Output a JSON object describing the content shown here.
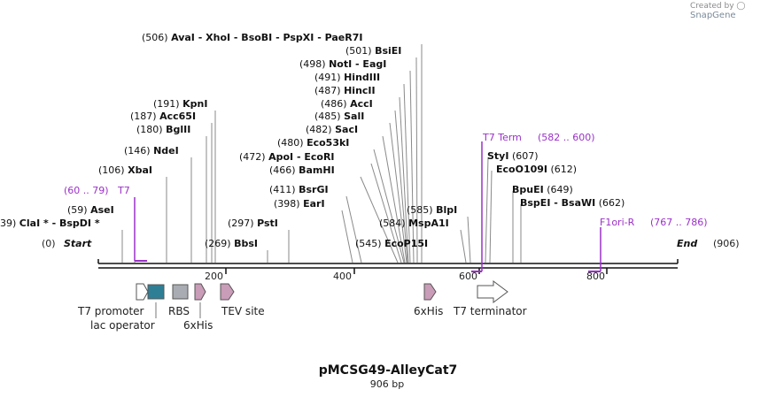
{
  "credit": {
    "prefix": "Created by",
    "brand": "SnapGene"
  },
  "plasmid": {
    "name": "pMCSG49-AlleyCat7",
    "size_label": "906 bp",
    "length": 906
  },
  "ends": {
    "start_label": "Start",
    "start_pos": "(0)",
    "end_label": "End",
    "end_pos": "(906)"
  },
  "ruler": {
    "ticks": [
      "200",
      "400",
      "600",
      "800"
    ]
  },
  "sites": [
    {
      "id": "avai",
      "pos": "(506)",
      "name": "AvaI  -  XhoI   -  BsoBI   -  PspXI   -  PaeR7I",
      "side": "right"
    },
    {
      "id": "bsiei",
      "pos": "(501)",
      "name": "BsiEI",
      "side": "right"
    },
    {
      "id": "noti",
      "pos": "(498)",
      "name": "NotI  -  EagI",
      "side": "right"
    },
    {
      "id": "hindiii",
      "pos": "(491)",
      "name": "HindIII",
      "side": "right"
    },
    {
      "id": "hincii",
      "pos": "(487)",
      "name": "HincII",
      "side": "right"
    },
    {
      "id": "acci",
      "pos": "(486)",
      "name": "AccI",
      "side": "right"
    },
    {
      "id": "sali",
      "pos": "(485)",
      "name": "SalI",
      "side": "right"
    },
    {
      "id": "saci",
      "pos": "(482)",
      "name": "SacI",
      "side": "right"
    },
    {
      "id": "eco53ki",
      "pos": "(480)",
      "name": "Eco53kI",
      "side": "right"
    },
    {
      "id": "apoi",
      "pos": "(472)",
      "name": "ApoI  -  EcoRI",
      "side": "right"
    },
    {
      "id": "bamhi",
      "pos": "(466)",
      "name": "BamHI",
      "side": "right"
    },
    {
      "id": "bsrgi",
      "pos": "(411)",
      "name": "BsrGI",
      "side": "right"
    },
    {
      "id": "eari",
      "pos": "(398)",
      "name": "EarI",
      "side": "right"
    },
    {
      "id": "mspa1i",
      "pos": "(584)",
      "name": "MspA1I",
      "side": "right"
    },
    {
      "id": "ecop15i",
      "pos": "(545)",
      "name": "EcoP15I",
      "side": "right"
    },
    {
      "id": "blpi",
      "pos": "(585)",
      "name": "BlpI",
      "side": "right"
    },
    {
      "id": "kpni",
      "pos": "(191)",
      "name": "KpnI",
      "side": "right"
    },
    {
      "id": "acc65i",
      "pos": "(187)",
      "name": "Acc65I",
      "side": "right"
    },
    {
      "id": "bglii",
      "pos": "(180)",
      "name": "BglII",
      "side": "right"
    },
    {
      "id": "ndei",
      "pos": "(146)",
      "name": "NdeI",
      "side": "right"
    },
    {
      "id": "xbai",
      "pos": "(106)",
      "name": "XbaI",
      "side": "right"
    },
    {
      "id": "asei",
      "pos": "(59)",
      "name": "AseI",
      "side": "right"
    },
    {
      "id": "clai",
      "pos": "39)",
      "name": "ClaI *  -  BspDI *",
      "side": "right"
    },
    {
      "id": "psti",
      "pos": "(297)",
      "name": "PstI",
      "side": "right"
    },
    {
      "id": "bbsi",
      "pos": "(269)",
      "name": "BbsI",
      "side": "right"
    },
    {
      "id": "styi",
      "pos": "(607)",
      "name": "StyI",
      "side": "left"
    },
    {
      "id": "ecoo109i",
      "pos": "(612)",
      "name": "EcoO109I",
      "side": "left"
    },
    {
      "id": "bpuei",
      "pos": "(649)",
      "name": "BpuEI",
      "side": "left"
    },
    {
      "id": "bspei",
      "pos": "(662)",
      "name": "BspEI  -  BsaWI",
      "side": "left"
    }
  ],
  "primers": [
    {
      "id": "t7",
      "name": "T7",
      "range": "(60 .. 79)"
    },
    {
      "id": "t7-term",
      "name": "T7 Term",
      "range": "(582 .. 600)"
    },
    {
      "id": "f1ori-r",
      "name": "F1ori-R",
      "range": "(767 .. 786)"
    }
  ],
  "features": [
    {
      "id": "t7-promoter",
      "label": "T7 promoter",
      "color": "#ffffff"
    },
    {
      "id": "lac-operator",
      "label": "lac operator",
      "color": "#2e7f96"
    },
    {
      "id": "rbs",
      "label": "RBS",
      "color": "#a9adb3"
    },
    {
      "id": "6xhis-1",
      "label": "6xHis",
      "color": "#c99cb7"
    },
    {
      "id": "tev-site",
      "label": "TEV site",
      "color": "#c99cb7"
    },
    {
      "id": "6xhis-2",
      "label": "6xHis",
      "color": "#c99cb7"
    },
    {
      "id": "t7-terminator",
      "label": "T7 terminator",
      "color": "#ffffff"
    }
  ],
  "colors": {
    "primer": "#9b30c8",
    "backbone": "#111111",
    "leader": "#8a8a8a"
  }
}
